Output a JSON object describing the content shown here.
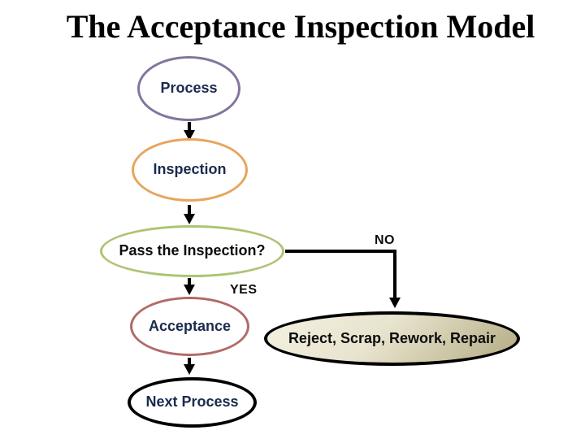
{
  "slide": {
    "title": "The Acceptance Inspection Model",
    "background_color": "#ffffff",
    "title_color": "#000000"
  },
  "flowchart": {
    "nodes": [
      {
        "id": "process",
        "label": "Process",
        "shape": "ellipse",
        "border_color": "#83759d",
        "text_color": "#1a2b4e",
        "fill_color": "#ffffff"
      },
      {
        "id": "inspection",
        "label": "Inspection",
        "shape": "ellipse",
        "border_color": "#e7a55d",
        "text_color": "#1a2b4e",
        "fill_color": "#ffffff"
      },
      {
        "id": "decision",
        "label": "Pass the Inspection?",
        "shape": "ellipse",
        "border_color": "#aec374",
        "text_color": "#0d0d0d",
        "fill_color": "#ffffff"
      },
      {
        "id": "acceptance",
        "label": "Acceptance",
        "shape": "ellipse",
        "border_color": "#b06a69",
        "text_color": "#1a2b4e",
        "fill_color": "#ffffff"
      },
      {
        "id": "next_process",
        "label": "Next Process",
        "shape": "ellipse",
        "border_color": "#000000",
        "text_color": "#1a2b4e",
        "fill_color": "#ffffff"
      },
      {
        "id": "reject",
        "label": "Reject, Scrap, Rework, Repair",
        "shape": "ellipse",
        "border_color": "#000000",
        "text_color": "#0d0d0d",
        "fill_gradient": [
          "#f4f1e2",
          "#b3ab83"
        ]
      }
    ],
    "edges": [
      {
        "from": "process",
        "to": "inspection",
        "label": ""
      },
      {
        "from": "inspection",
        "to": "decision",
        "label": ""
      },
      {
        "from": "decision",
        "to": "acceptance",
        "label": "YES"
      },
      {
        "from": "decision",
        "to": "reject",
        "label": "NO"
      },
      {
        "from": "acceptance",
        "to": "next_process",
        "label": ""
      }
    ],
    "branch_labels": {
      "yes": "YES",
      "no": "NO"
    },
    "connector_color": "#000000"
  }
}
